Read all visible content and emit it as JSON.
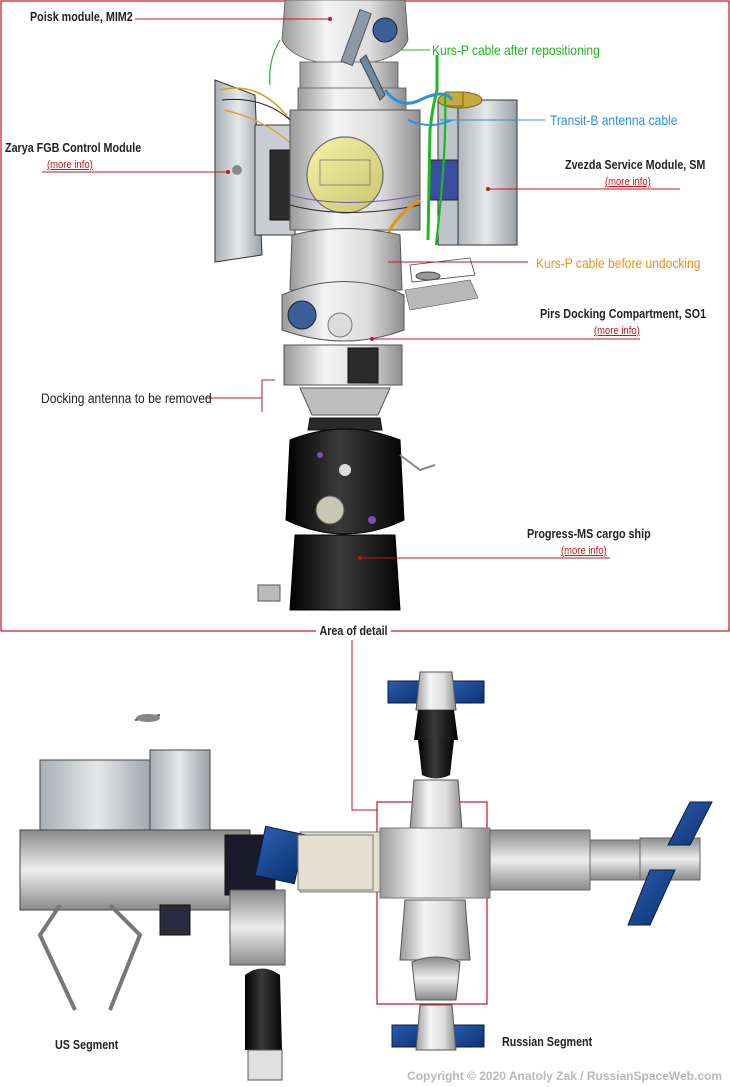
{
  "labels": {
    "poisk": "Poisk module, MIM2",
    "kurs_after": "Kurs-P cable after repositioning",
    "transit": "Transit-B antenna cable",
    "zarya": "Zarya FGB Control Module",
    "zvezda": "Zvezda Service Module, SM",
    "kurs_before": "Kurs-P cable before undocking",
    "pirs": "Pirs Docking Compartment, SO1",
    "antenna": "Docking antenna to be removed",
    "progress": "Progress-MS cargo ship",
    "area": "Area of detail",
    "us_segment": "US Segment",
    "russian_segment": "Russian Segment",
    "more_info": "(more info)",
    "copyright": "Copyright © 2020 Anatoly Zak / RussianSpaceWeb.com"
  },
  "colors": {
    "frame": "#c8141e",
    "leader": "#c8141e",
    "green": "#1fb81f",
    "blue": "#2f8fd8",
    "orange": "#e89013"
  }
}
